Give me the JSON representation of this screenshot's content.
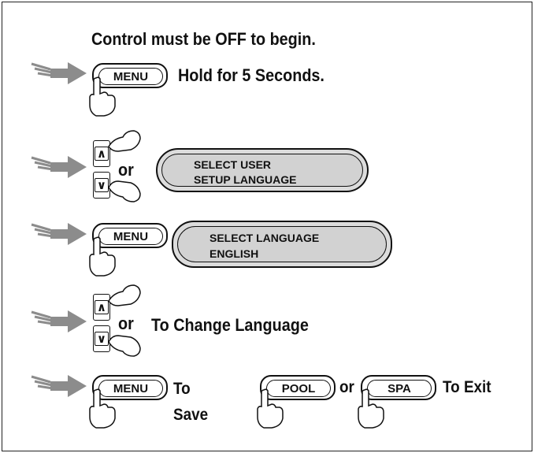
{
  "steps": {
    "intro_text": "Control must be OFF to begin.",
    "hold_text": "Hold for 5 Seconds.",
    "or_1": "or",
    "or_2": "or",
    "change_text": "To Change Language",
    "to_text": "To",
    "save_text": "Save",
    "or_3": "or",
    "exit_text": "To Exit"
  },
  "buttons": {
    "menu_1": "MENU",
    "menu_2": "MENU",
    "menu_3": "MENU",
    "pool": "POOL",
    "spa": "SPA"
  },
  "displays": {
    "display_1": {
      "line1": "SELECT USER",
      "line2": "SETUP LANGUAGE"
    },
    "display_2": {
      "line1": "SELECT LANGUAGE",
      "line2": "ENGLISH"
    }
  },
  "icons": {
    "up_arrow": "∧",
    "down_arrow": "∨",
    "step_arrow": "arrow-icon",
    "finger": "hand-icon"
  },
  "colors": {
    "arrow_gray": "#8c8c8c",
    "display_gray": "#d2d2d2",
    "ink": "#111111"
  }
}
